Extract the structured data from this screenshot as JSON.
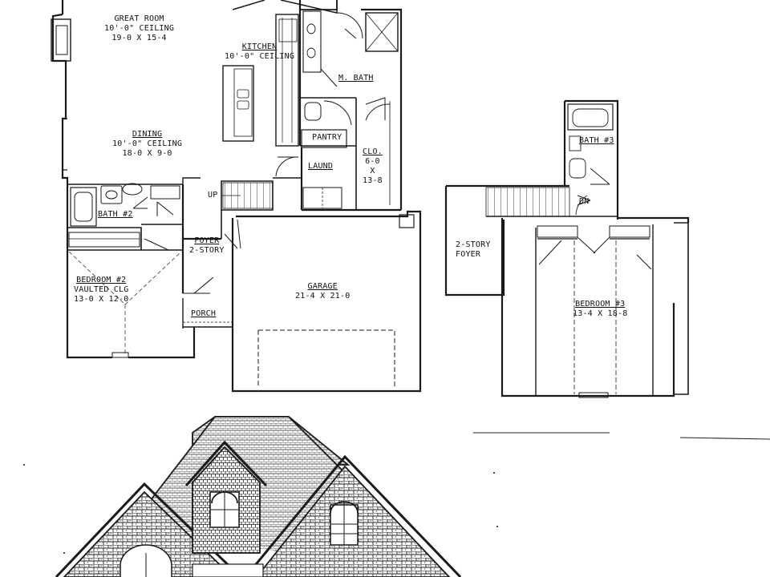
{
  "rooms": {
    "great_room": {
      "name": "GREAT ROOM",
      "ceiling": "10'-0\" CEILING",
      "size": "19-0 X 15-4"
    },
    "kitchen": {
      "name": "KITCHEN",
      "ceiling": "10'-0\" CEILING"
    },
    "m_bath": {
      "name": "M. BATH"
    },
    "dining": {
      "name": "DINING",
      "ceiling": "10'-0\" CEILING",
      "size": "18-0 X 9-0"
    },
    "pantry": {
      "name": "PANTRY"
    },
    "laund": {
      "name": "LAUND"
    },
    "clo": {
      "name": "CLO.",
      "w": "6-0",
      "x": "X",
      "d": "13-8"
    },
    "up": {
      "name": "UP"
    },
    "bath2": {
      "name": "BATH #2"
    },
    "foyer": {
      "name": "FOYER",
      "note": "2-STORY"
    },
    "bedroom2": {
      "name": "BEDROOM #2",
      "ceiling": "VAULTED CLG",
      "size": "13-0 X 12-0"
    },
    "porch": {
      "name": "PORCH"
    },
    "garage": {
      "name": "GARAGE",
      "size": "21-4 X 21-0"
    },
    "bath3": {
      "name": "BATH #3"
    },
    "dn": {
      "name": "DN"
    },
    "foyer2": {
      "name": "2-STORY",
      "note": "FOYER"
    },
    "bedroom3": {
      "name": "BEDROOM #3",
      "size": "13-4 X 18-8"
    }
  },
  "colors": {
    "ink": "#1a1a1a",
    "paper": "#ffffff"
  }
}
